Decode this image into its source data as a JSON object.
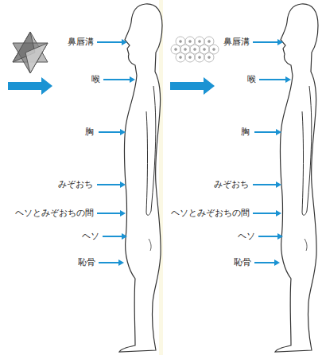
{
  "diagram": {
    "labels": [
      "鼻唇溝",
      "喉",
      "胸",
      "みぞおち",
      "ヘソとみぞおちの間",
      "ヘソ",
      "恥骨",
      "鼻唇溝",
      "喉",
      "胸",
      "みぞおち",
      "ヘソとみぞおちの間",
      "ヘソ",
      "恥骨"
    ]
  }
}
